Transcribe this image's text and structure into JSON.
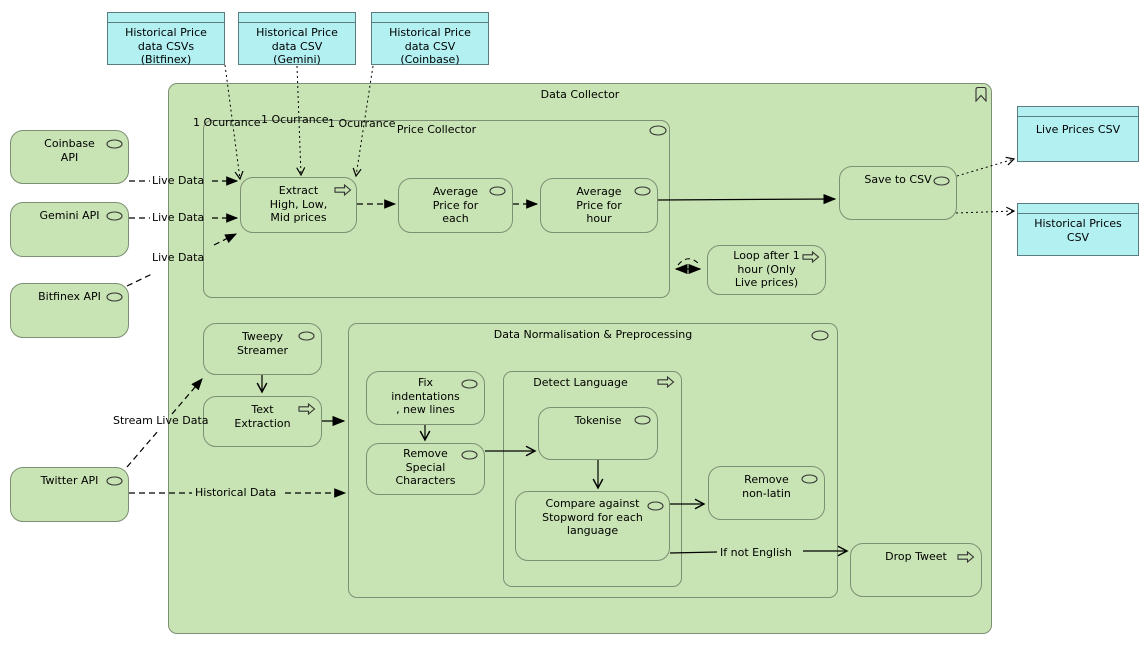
{
  "colors": {
    "node_fill": "#c9e4b4",
    "node_border": "#7d8f74",
    "data_object_fill": "#b2f0f2",
    "data_object_border": "#5a7e80",
    "line": "#000000"
  },
  "main": {
    "title": "Data Collector"
  },
  "containers": {
    "price_collector": {
      "title": "Price Collector"
    },
    "data_norm": {
      "title": "Data Normalisation & Preprocessing"
    },
    "detect_language": {
      "title": "Detect Language"
    }
  },
  "nodes": {
    "coinbase_api": {
      "label": "Coinbase\nAPI"
    },
    "gemini_api": {
      "label": "Gemini API"
    },
    "bitfinex_api": {
      "label": "Bitfinex API"
    },
    "twitter_api": {
      "label": "Twitter API"
    },
    "extract": {
      "label": "Extract\nHigh, Low,\nMid prices"
    },
    "avg_each": {
      "label": "Average\nPrice for\neach"
    },
    "avg_hour": {
      "label": "Average\nPrice for\nhour"
    },
    "save_csv": {
      "label": "Save to CSV"
    },
    "loop": {
      "label": "Loop after 1\nhour (Only\nLive prices)"
    },
    "tweepy": {
      "label": "Tweepy\nStreamer"
    },
    "text_extraction": {
      "label": "Text\nExtraction"
    },
    "fix_indent": {
      "label": "Fix\nindentations\n, new lines"
    },
    "remove_special": {
      "label": "Remove\nSpecial\nCharacters"
    },
    "tokenise": {
      "label": "Tokenise"
    },
    "compare_stopword": {
      "label": "Compare against\nStopword for each\nlanguage"
    },
    "remove_nonlatin": {
      "label": "Remove\nnon-latin"
    },
    "drop_tweet": {
      "label": "Drop Tweet"
    }
  },
  "data_objects": {
    "hist_bitfinex": {
      "label": "Historical Price\ndata CSVs\n(Bitfinex)"
    },
    "hist_gemini": {
      "label": "Historical Price\ndata CSV\n(Gemini)"
    },
    "hist_coinbase": {
      "label": "Historical Price\ndata CSV\n(Coinbase)"
    },
    "live_prices": {
      "label": "Live Prices CSV"
    },
    "hist_prices": {
      "label": "Historical Prices\nCSV"
    }
  },
  "edge_labels": {
    "live_data_1": "Live Data",
    "live_data_2": "Live Data",
    "live_data_3": "Live Data",
    "ocurrance_1": "1 Ocurrance",
    "ocurrance_2": "1 Ocurrance",
    "ocurrance_3": "1 Ocurrance",
    "stream_live": "Stream Live Data",
    "historical_data": "Historical Data",
    "if_not_english": "If not English"
  }
}
